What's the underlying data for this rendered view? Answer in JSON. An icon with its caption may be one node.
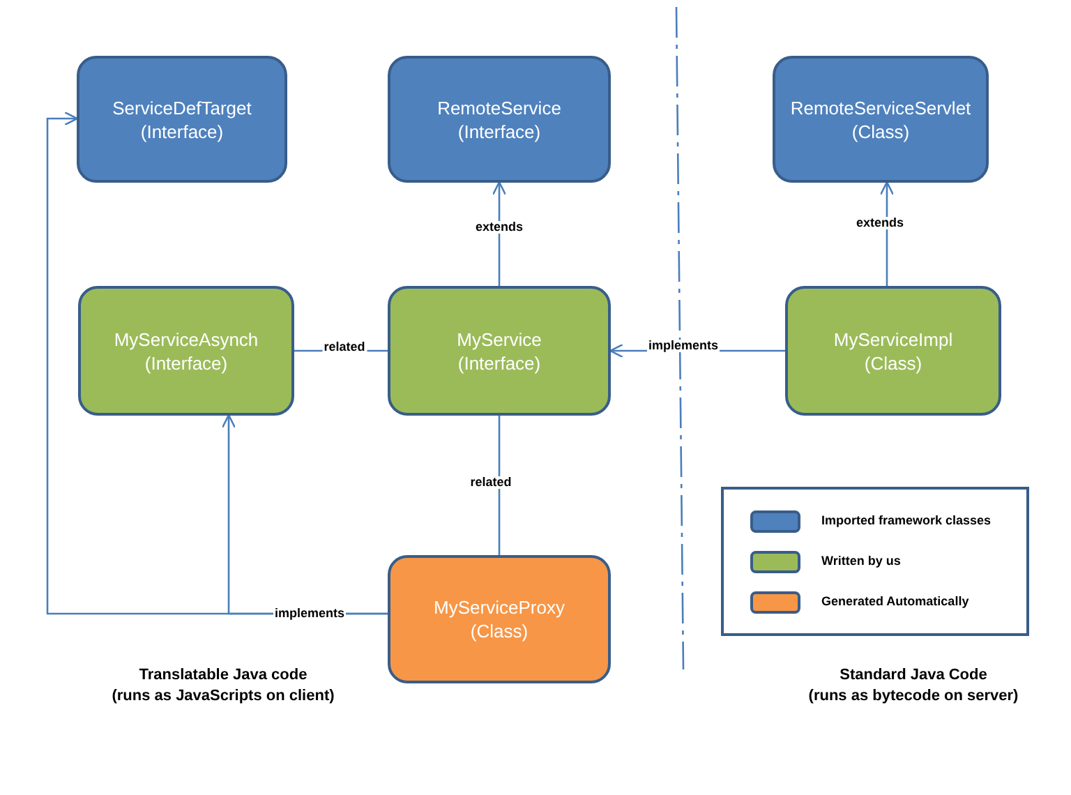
{
  "diagram": {
    "nodes": [
      {
        "text": [
          "ServiceDefTarget",
          "(Interface)"
        ]
      },
      {
        "text": [
          "RemoteService",
          "(Interface)"
        ]
      },
      {
        "text": [
          "RemoteServiceServlet",
          "(Class)"
        ]
      },
      {
        "text": [
          "MyServiceAsynch",
          "(Interface)"
        ]
      },
      {
        "text": [
          "MyService",
          "(Interface)"
        ]
      },
      {
        "text": [
          "MyServiceImpl",
          "(Class)"
        ]
      },
      {
        "text": [
          "MyServiceProxy",
          "(Class)"
        ]
      }
    ],
    "edges": [
      {
        "from": 4,
        "to": 1,
        "arrow": "to",
        "label": "extends"
      },
      {
        "from": 5,
        "to": 2,
        "arrow": "to",
        "label": "extends"
      },
      {
        "from": 3,
        "to": 4,
        "arrow": "none",
        "label": "related"
      },
      {
        "from": 5,
        "to": 4,
        "arrow": "to",
        "label": "implements"
      },
      {
        "from": 6,
        "to": 4,
        "arrow": "none",
        "label": "related"
      },
      {
        "from": 6,
        "to": 0,
        "arrow": "to",
        "label": "implements"
      },
      {
        "from": 6,
        "to": 3,
        "arrow": "to"
      }
    ],
    "labels": [
      "Translatable Java code",
      "(runs as JavaScripts on client)",
      "Standard Java Code",
      "(runs as bytecode on server)"
    ],
    "legend": [
      {
        "text": "Imported framework classes",
        "color": "#4f81bd"
      },
      {
        "text": "Written by us",
        "color": "#9bbb59"
      },
      {
        "text": "Generated Automatically",
        "color": "#f79646"
      }
    ]
  }
}
